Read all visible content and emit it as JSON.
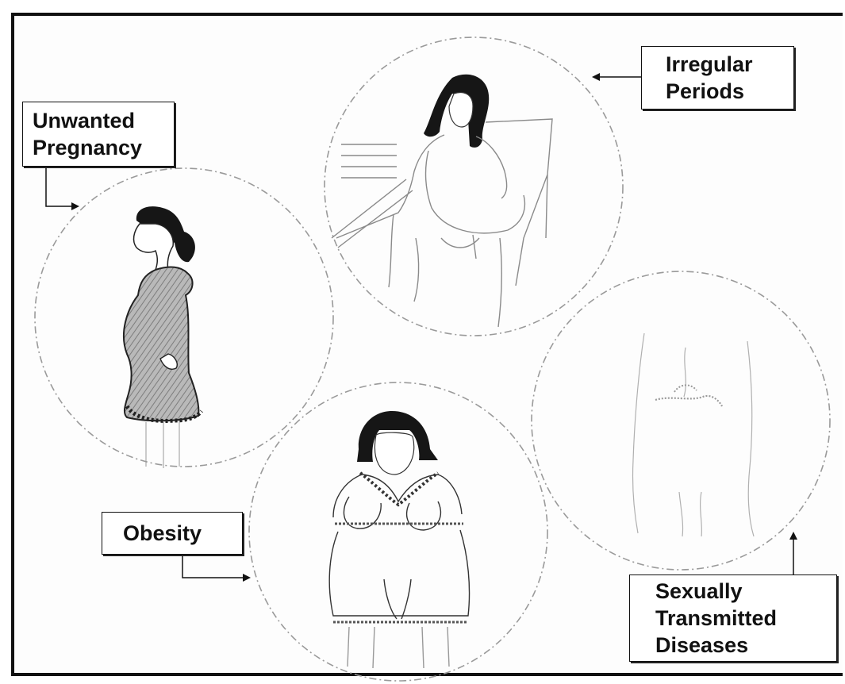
{
  "labels": {
    "unwanted_pregnancy": [
      "Unwanted",
      "Pregnancy"
    ],
    "irregular_periods": [
      "Irregular",
      "Periods"
    ],
    "obesity": [
      "Obesity"
    ],
    "sexually_transmitted_diseases": [
      "Sexually",
      "Transmitted",
      "Diseases"
    ]
  },
  "colors": {
    "ink": "#111111",
    "shade": "#8a8a8a",
    "hair": "#161616",
    "circle_outline": "#9a9a9a"
  }
}
